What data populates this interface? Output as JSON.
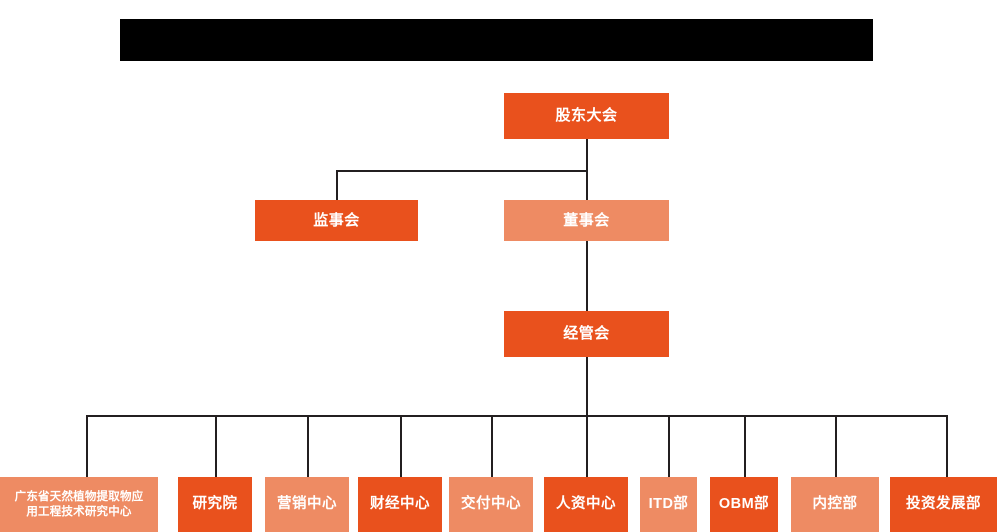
{
  "colors": {
    "background": "#ffffff",
    "accent_deep": "#e9511d",
    "accent_light": "#ee8b63",
    "connector": "#231f20",
    "title_bar": "#000000",
    "label": "#ffffff"
  },
  "title_bar": {
    "label": "",
    "note": "solid black redaction bar"
  },
  "chart_data": {
    "type": "diagram",
    "diagram_type": "organization-chart",
    "orientation": "top-down",
    "levels": 4,
    "nodes": [
      {
        "id": "n1",
        "label": "股东大会",
        "level": 1,
        "style": "deep"
      },
      {
        "id": "n2",
        "label": "监事会",
        "level": 2,
        "style": "deep"
      },
      {
        "id": "n3",
        "label": "董事会",
        "level": 2,
        "style": "light"
      },
      {
        "id": "n4",
        "label": "经管会",
        "level": 3,
        "style": "deep"
      },
      {
        "id": "n5",
        "label": "广东省天然植物提取物应用工程技术研究中心",
        "label_line1": "广东省天然植物提取物应",
        "label_line2": "用工程技术研究中心",
        "level": 4,
        "style": "light"
      },
      {
        "id": "n6",
        "label": "研究院",
        "level": 4,
        "style": "deep"
      },
      {
        "id": "n7",
        "label": "营销中心",
        "level": 4,
        "style": "light"
      },
      {
        "id": "n8",
        "label": "财经中心",
        "level": 4,
        "style": "deep"
      },
      {
        "id": "n9",
        "label": "交付中心",
        "level": 4,
        "style": "light"
      },
      {
        "id": "n10",
        "label": "人资中心",
        "level": 4,
        "style": "deep"
      },
      {
        "id": "n11",
        "label": "ITD部",
        "level": 4,
        "style": "light"
      },
      {
        "id": "n12",
        "label": "OBM部",
        "level": 4,
        "style": "deep"
      },
      {
        "id": "n13",
        "label": "内控部",
        "level": 4,
        "style": "light"
      },
      {
        "id": "n14",
        "label": "投资发展部",
        "level": 4,
        "style": "deep"
      }
    ],
    "edges": [
      {
        "from": "n1",
        "to": "n2"
      },
      {
        "from": "n1",
        "to": "n3"
      },
      {
        "from": "n3",
        "to": "n4"
      },
      {
        "from": "n4",
        "to": "n5"
      },
      {
        "from": "n4",
        "to": "n6"
      },
      {
        "from": "n4",
        "to": "n7"
      },
      {
        "from": "n4",
        "to": "n8"
      },
      {
        "from": "n4",
        "to": "n9"
      },
      {
        "from": "n4",
        "to": "n10"
      },
      {
        "from": "n4",
        "to": "n11"
      },
      {
        "from": "n4",
        "to": "n12"
      },
      {
        "from": "n4",
        "to": "n13"
      },
      {
        "from": "n4",
        "to": "n14"
      }
    ]
  }
}
